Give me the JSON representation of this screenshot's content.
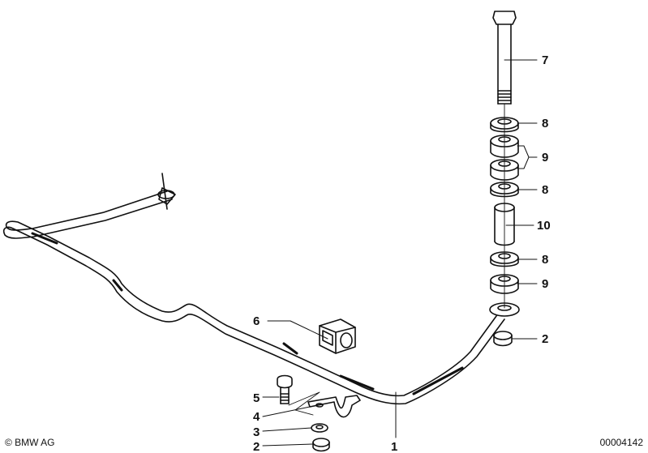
{
  "diagram": {
    "callouts": {
      "c1": "1",
      "c2a": "2",
      "c2b": "2",
      "c3": "3",
      "c4": "4",
      "c5": "5",
      "c6": "6",
      "c7": "7",
      "c8a": "8",
      "c8b": "8",
      "c8c": "8",
      "c9a": "9",
      "c9b": "9",
      "c10": "10"
    }
  },
  "footer": {
    "copyright": "© BMW AG",
    "doc_number": "00004142"
  }
}
